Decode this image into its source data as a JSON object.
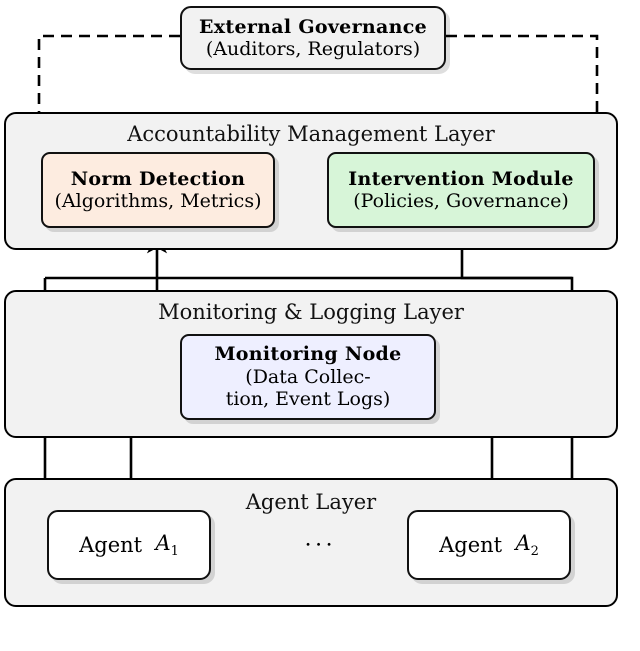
{
  "diagram": {
    "title_colors": {
      "external_governance_fill": "#f2f2f2",
      "norm_detection_fill": "#fdece0",
      "intervention_fill": "#d7f5d8",
      "monitoring_node_fill": "#eeefff",
      "agent_fill": "#ffffff",
      "layer_fill": "#f2f2f2",
      "stroke": "#111111"
    },
    "external_governance": {
      "title": "External Governance",
      "subtitle": "(Auditors, Regulators)"
    },
    "layers": [
      {
        "name": "accountability",
        "label": "Accountability Management Layer"
      },
      {
        "name": "monitoring",
        "label": "Monitoring & Logging Layer"
      },
      {
        "name": "agent",
        "label": "Agent Layer"
      }
    ],
    "nodes": [
      {
        "name": "norm-detection",
        "title": "Norm Detection",
        "subtitle_lines": [
          "(Algorithms, Metrics)"
        ]
      },
      {
        "name": "intervention-module",
        "title": "Intervention Module",
        "subtitle_lines": [
          "(Policies, Governance)"
        ]
      },
      {
        "name": "monitoring-node",
        "title": "Monitoring Node",
        "subtitle_lines": [
          "(Data Collec-",
          "tion, Event Logs)"
        ]
      }
    ],
    "agents": [
      {
        "name": "agent-a1",
        "label": "Agent",
        "symbol": "A",
        "index": "1"
      },
      {
        "name": "agent-a2",
        "label": "Agent",
        "symbol": "A",
        "index": "2"
      }
    ],
    "agent_link_ellipsis": "⋅⋅⋅"
  }
}
